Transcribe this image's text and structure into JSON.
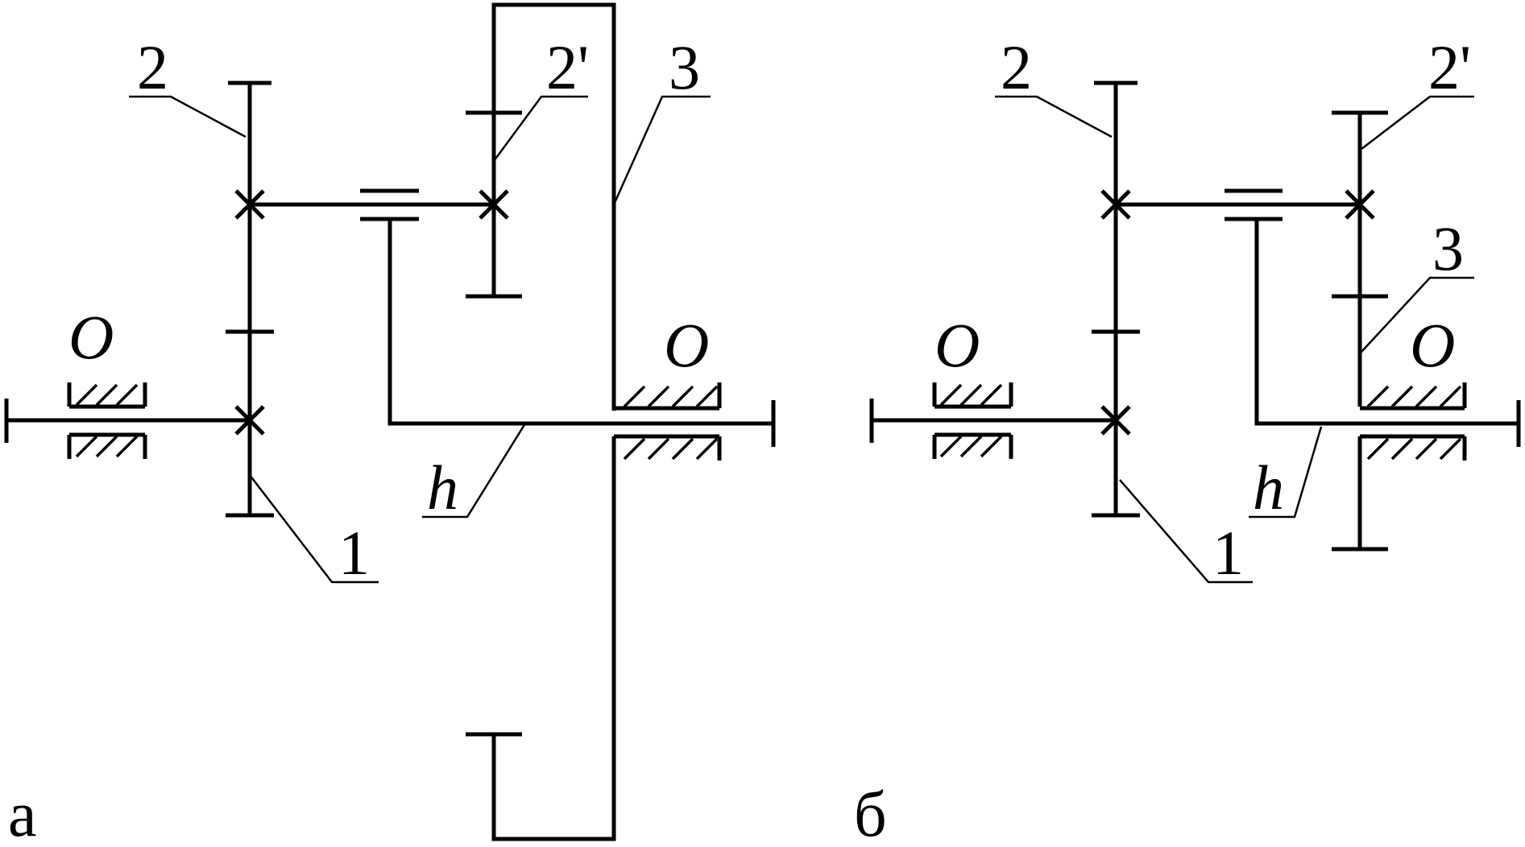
{
  "colors": {
    "stroke": "#000000",
    "background": "#ffffff"
  },
  "panel_a": {
    "caption": "а",
    "labels": {
      "gear_1": "1",
      "gear_2": "2",
      "gear_2_prime": "2'",
      "gear_3": "3",
      "carrier": "h",
      "support_left": "O",
      "support_right": "O"
    }
  },
  "panel_b": {
    "caption": "б",
    "labels": {
      "gear_1": "1",
      "gear_2": "2",
      "gear_2_prime": "2'",
      "gear_3": "3",
      "carrier": "h",
      "support_left": "O",
      "support_right": "O"
    }
  }
}
